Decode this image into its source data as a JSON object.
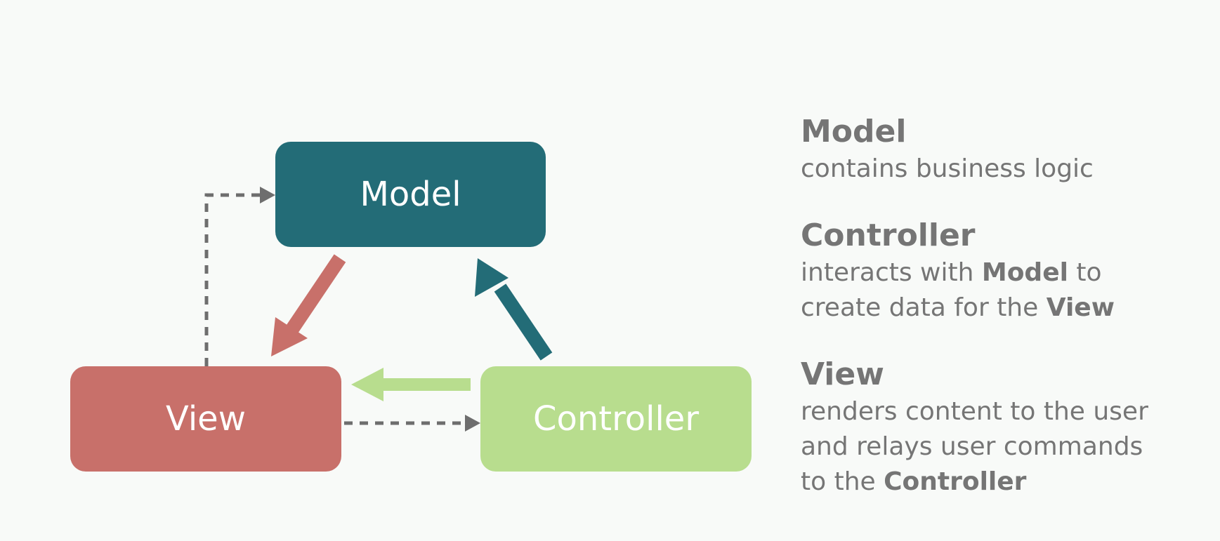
{
  "colors": {
    "model": "#236c77",
    "view": "#c8706a",
    "controller": "#b8dd8e",
    "dashed": "#6e6e6e",
    "text": "#757575"
  },
  "nodes": {
    "model": {
      "label": "Model"
    },
    "view": {
      "label": "View"
    },
    "controller": {
      "label": "Controller"
    }
  },
  "legend": {
    "model": {
      "title": "Model",
      "desc": [
        {
          "lines": [
            "contains business logic"
          ]
        }
      ]
    },
    "controller": {
      "title": "Controller",
      "line1_pre": "interacts with ",
      "line1_bold": "Model",
      "line1_post": " to",
      "line2_pre": "create data for the ",
      "line2_bold": "View"
    },
    "view": {
      "title": "View",
      "line1": "renders content to the user",
      "line2": "and relays user commands",
      "line3_pre": "to the ",
      "line3_bold": "Controller"
    }
  }
}
